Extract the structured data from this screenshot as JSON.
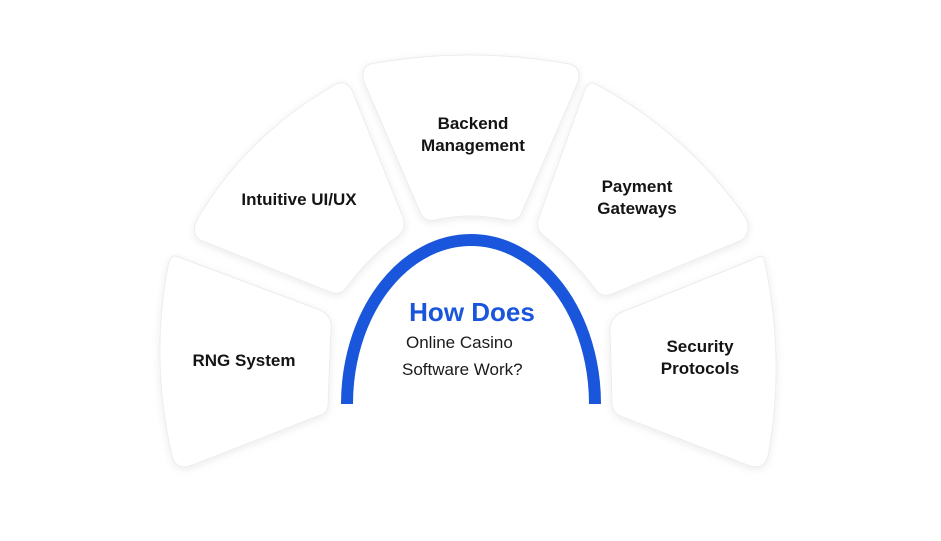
{
  "center": {
    "title": "How Does",
    "line2": "Online Casino",
    "line3": "Software Work?",
    "accent_color": "#1a56db"
  },
  "segments": [
    {
      "lines": [
        "RNG System"
      ]
    },
    {
      "lines": [
        "Intuitive UI/UX"
      ]
    },
    {
      "lines": [
        "Backend",
        "Management"
      ]
    },
    {
      "lines": [
        "Payment",
        "Gateways"
      ]
    },
    {
      "lines": [
        "Security",
        "Protocols"
      ]
    }
  ]
}
